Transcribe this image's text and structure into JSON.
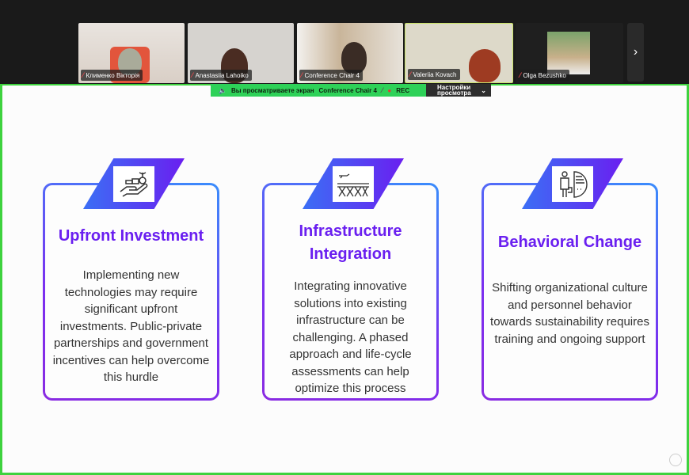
{
  "participants": [
    {
      "name": "Клименко Вікторія",
      "muted": true
    },
    {
      "name": "Anastasiia Lahoiko",
      "muted": true
    },
    {
      "name": "Conference Chair 4",
      "muted": true
    },
    {
      "name": "Valeriia Kovach",
      "muted": true,
      "active_speaker": true
    },
    {
      "name": "Olga Bezushko",
      "muted": true
    }
  ],
  "share_banner": {
    "text": "Вы просматриваете экран",
    "presenter": "Conference Chair 4",
    "rec_label": "REC",
    "view_options_label": "Настройки просмотра"
  },
  "cards": [
    {
      "icon": "investment-hand-coins-icon",
      "title": "Upfront Investment",
      "body": "Implementing new technologies may require significant upfront investments. Public-private partnerships and government incentives can help overcome this hurdle"
    },
    {
      "icon": "infrastructure-bridge-icon",
      "title": "Infrastructure Integration",
      "body": "Integrating innovative solutions into existing infrastructure can be challenging. A phased approach and life-cycle assessments can help optimize this process"
    },
    {
      "icon": "businessman-chart-icon",
      "title": "Behavioral Change",
      "body": "Shifting organizational culture and personnel behavior towards sustainability requires training and ongoing support"
    }
  ],
  "colors": {
    "accent": "#6a1ff0",
    "share_border": "#3ed23e",
    "banner": "#2ed158"
  }
}
